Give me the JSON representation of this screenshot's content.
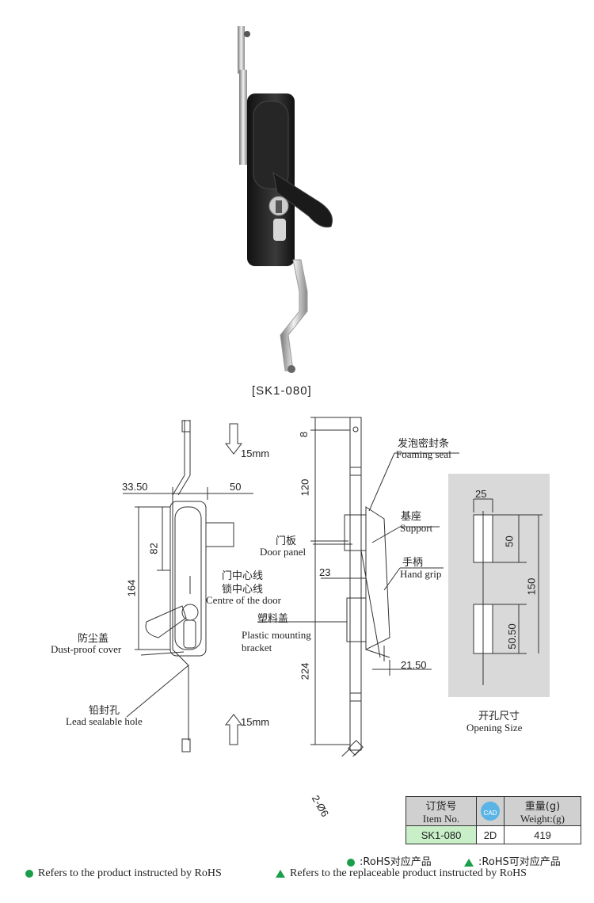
{
  "product": {
    "code_label": "[SK1-080]"
  },
  "labels": {
    "travel_top": "15mm",
    "travel_bottom": "15mm",
    "dust_cover_cn": "防尘盖",
    "dust_cover_en": "Dust-proof cover",
    "door_center_cn": "门中心线",
    "lock_center_cn": "锁中心线",
    "door_center_en": "Centre of the door",
    "lead_hole_cn": "铅封孔",
    "lead_hole_en": "Lead sealable hole",
    "foam_seal_cn": "发泡密封条",
    "foam_seal_en": "Foaming seal",
    "support_cn": "基座",
    "support_en": "Support",
    "door_panel_cn": "门板",
    "door_panel_en": "Door panel",
    "hand_grip_cn": "手柄",
    "hand_grip_en": "Hand grip",
    "plastic_cn": "塑料盖",
    "plastic_en_1": "Plastic mounting",
    "plastic_en_2": "bracket",
    "opening_cn": "开孔尺寸",
    "opening_en": "Opening Size"
  },
  "dimensions": {
    "front_width": "33.50",
    "front_offset": "50",
    "front_half": "82",
    "front_height": "164",
    "side_top": "8",
    "side_upper": "120",
    "side_lower": "224",
    "side_depth": "23",
    "side_base": "21.50",
    "rod_dia": "2-Ø6",
    "open_width": "25",
    "open_h1": "50",
    "open_h2": "50.50",
    "open_pitch": "150"
  },
  "table": {
    "h_item_cn": "订货号",
    "h_item_en": "Item No.",
    "h_cad": "CAD",
    "h_weight_cn": "重量(g)",
    "h_weight_en": "Weight:(g)",
    "item_no": "SK1-080",
    "cad_type": "2D",
    "weight": "419"
  },
  "legend": {
    "rohs_cn_1": ":RoHS对应产品",
    "rohs_cn_2": ":RoHS可对应产品",
    "rohs_en_1": "Refers to the product instructed by RoHS",
    "rohs_en_2": "Refers to the replaceable product instructed by RoHS"
  },
  "colors": {
    "rohs_green": "#1a9e4a",
    "item_cell": "#c8efc8",
    "header_cell": "#d0d0d0",
    "opening_bg": "#d9d9d9",
    "cad_badge": "#5ab4e6"
  }
}
